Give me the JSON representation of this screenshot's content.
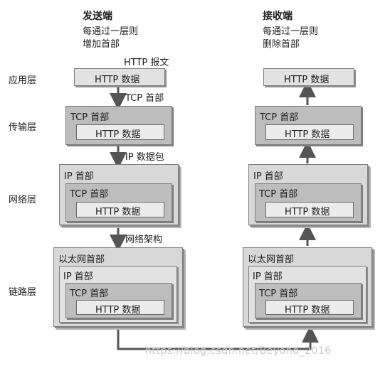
{
  "sender": {
    "title": "发送端",
    "lines": [
      "每通过一层则",
      "增加首部"
    ]
  },
  "receiver": {
    "title": "接收端",
    "lines": [
      "每通过一层则",
      "删除首部"
    ]
  },
  "layers": {
    "application": "应用层",
    "transport": "传输层",
    "network": "网络层",
    "link": "链路层"
  },
  "labels": {
    "http_message": "HTTP 报文",
    "http_data": "HTTP 数据",
    "tcp_header": "TCP 首部",
    "ip_header": "IP 首部",
    "ethernet_header": "以太网首部"
  },
  "arrow_labels": {
    "tcp_header": "TCP 首部",
    "ip_packet": "IP 数据包",
    "network_frame": "网络架构"
  },
  "watermark": "https://blog.csdn.net/Beyond_2016"
}
